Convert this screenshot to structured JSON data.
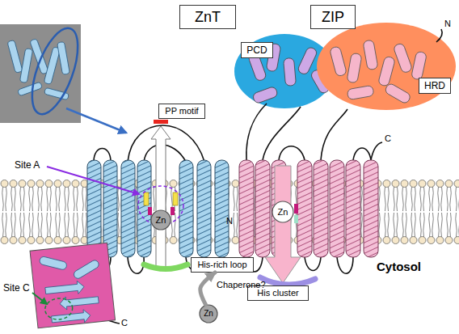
{
  "diagram": {
    "nodes": [
      {
        "text": [
          "ZnT"
        ]
      },
      {
        "text": [
          "ZIP"
        ]
      },
      {
        "text": [
          "PCD"
        ]
      },
      {
        "text": [
          "HRD"
        ]
      },
      {
        "text": [
          "PP motif"
        ]
      },
      {
        "text": [
          "Zn"
        ]
      },
      {
        "text": [
          "His-rich loop"
        ]
      },
      {
        "text": [
          "Zn"
        ]
      },
      {
        "text": [
          "Zn"
        ]
      },
      {
        "text": [
          "His cluster"
        ]
      }
    ],
    "edges": [
      {
        "from": 7,
        "to": 6,
        "arrow": "to",
        "label": "Chaperone?"
      }
    ],
    "labels": [
      "Site A",
      "Site C",
      "N",
      "C",
      "N",
      "C",
      "Cytosol"
    ]
  }
}
